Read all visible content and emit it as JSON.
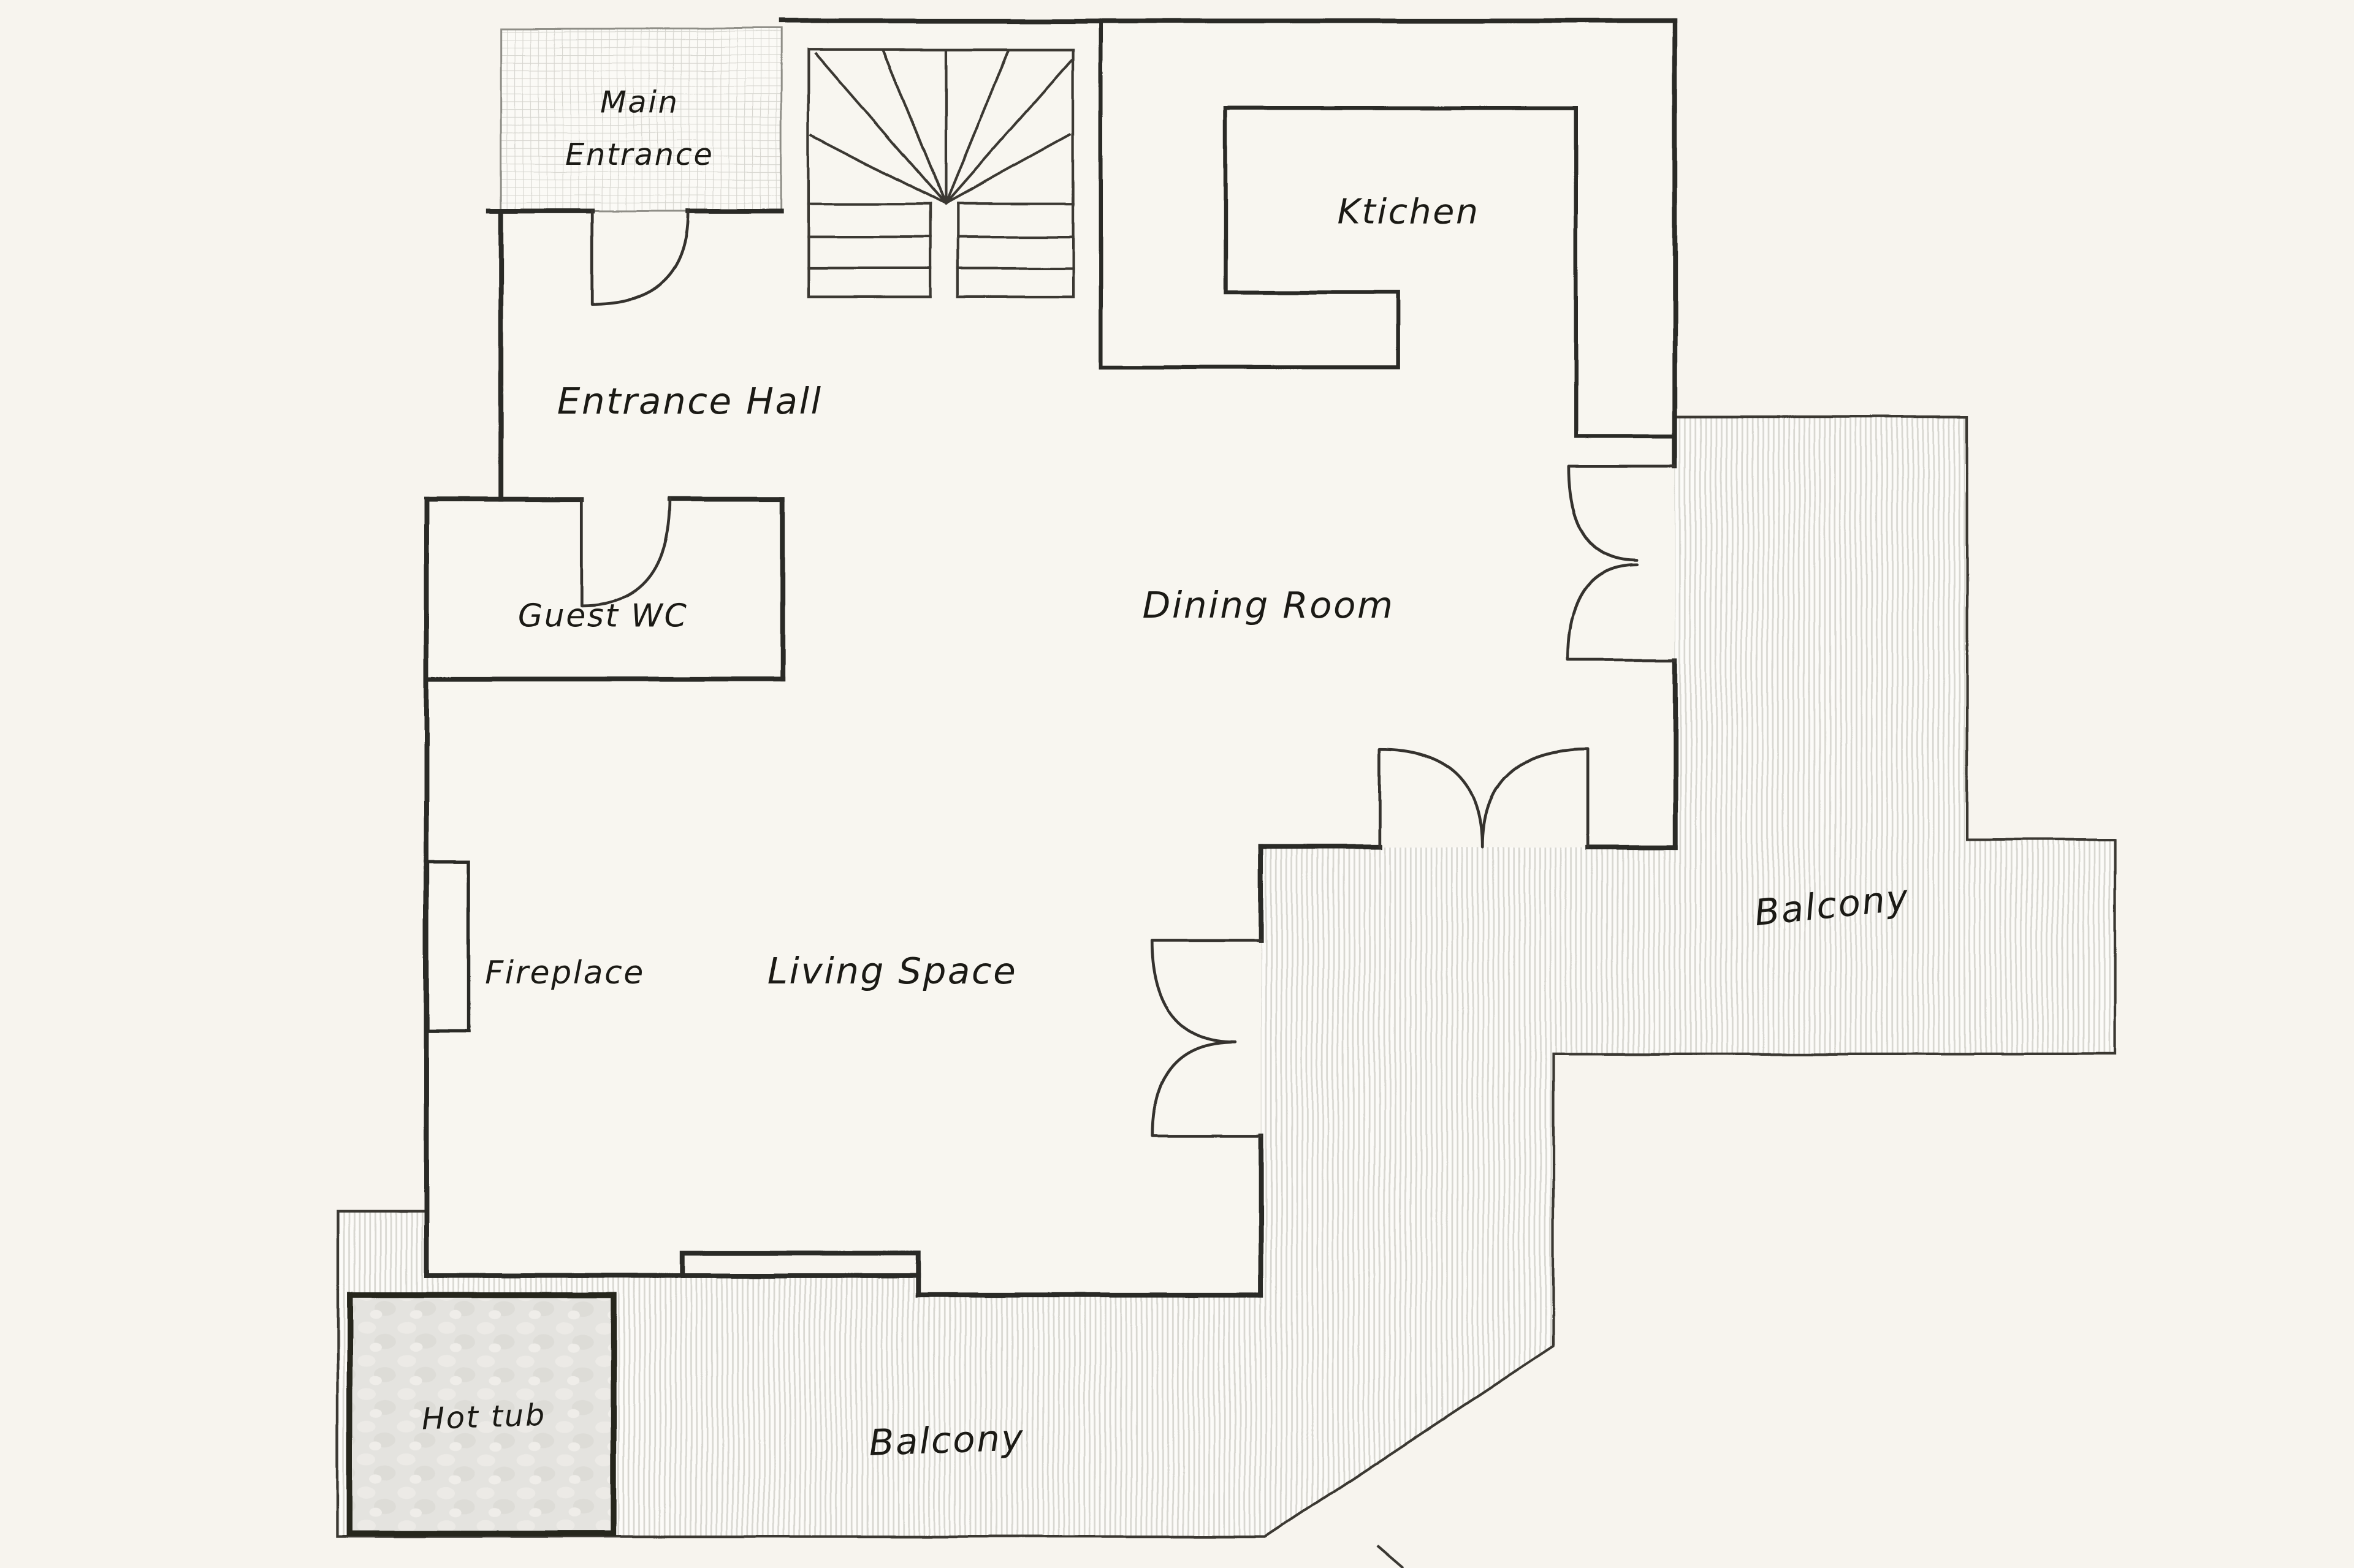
{
  "labels": {
    "main_entrance": [
      "Main",
      "Entrance"
    ],
    "kitchen": "Ktichen",
    "entrance_hall": "Entrance Hall",
    "guest_wc": "Guest WC",
    "dining_room": "Dining Room",
    "fireplace": "Fireplace",
    "living_space": "Living Space",
    "balcony_upper": "Balcony",
    "balcony_lower": "Balcony",
    "hot_tub": "Hot tub"
  },
  "colors": {
    "background": "#f7f4ee",
    "interior": "#f8f6f0",
    "wall": "#2b2a26",
    "thin_line": "#3a3933",
    "text": "#1b1a15",
    "balcony_stripe": "#d8d7d1",
    "balcony_base": "#fcfbf8",
    "porch_grid": "#d7d6d0",
    "porch_base": "#fbfaf6",
    "hot_tub_fill": "#e4e3df"
  }
}
